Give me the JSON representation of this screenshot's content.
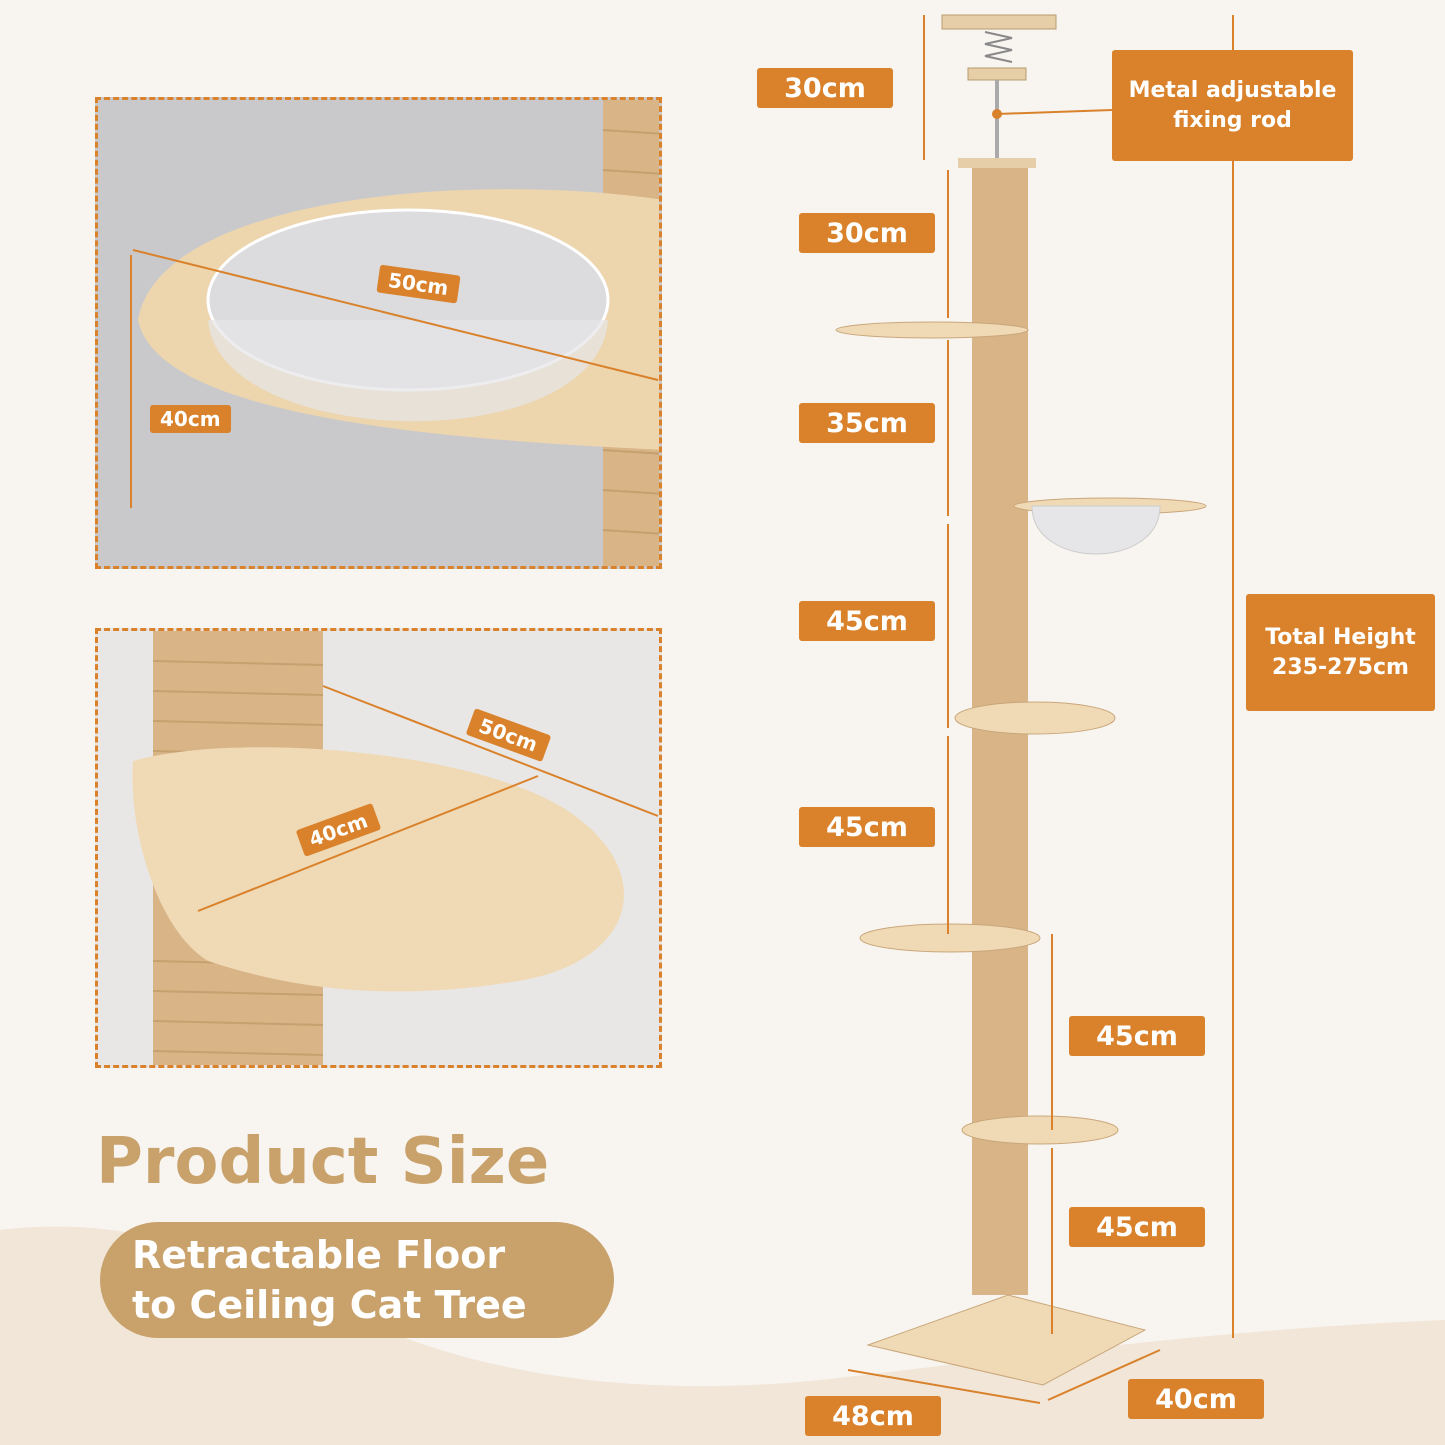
{
  "title": "Product Size",
  "subtitle": {
    "line1": "Retractable Floor",
    "line2": "to Ceiling Cat Tree"
  },
  "photos": {
    "bowl": {
      "width_label": "50cm",
      "depth_label": "40cm"
    },
    "platform": {
      "width_label": "50cm",
      "depth_label": "40cm"
    }
  },
  "dimensions": {
    "rod": "30cm",
    "seg1": "30cm",
    "seg2": "35cm",
    "seg3": "45cm",
    "seg4": "45cm",
    "seg5": "45cm",
    "seg6": "45cm",
    "base_width": "48cm",
    "base_depth": "40cm"
  },
  "callouts": {
    "rod": {
      "line1": "Metal adjustable",
      "line2": "fixing rod"
    },
    "total": {
      "line1": "Total Height",
      "line2": "235-275cm"
    }
  },
  "colors": {
    "accent": "#d9822b",
    "title": "#c9a16b",
    "sisal": "#d8b487",
    "wood": "#f0d9b5"
  }
}
